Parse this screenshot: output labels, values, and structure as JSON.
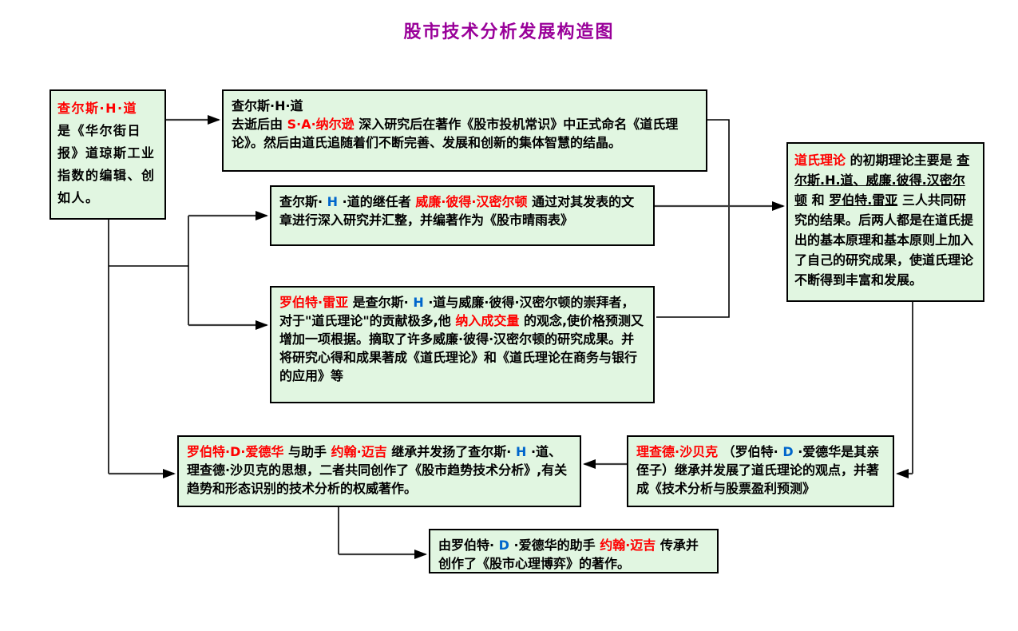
{
  "title": "股市技术分析发展构造图",
  "palette": {
    "box_fill": "#e1f6e1",
    "box_border": "#000000",
    "title_color": "#990099",
    "highlight_red": "#ff0000",
    "highlight_blue": "#0066cc",
    "body_text": "#000000",
    "connector": "#3a3a3a"
  },
  "boxes": {
    "dow": {
      "segments": [
        {
          "text": "查尔斯·H·道"
        },
        {
          "text": "是《华尔街日报》道琼斯工业指数的编辑、创如人。"
        }
      ]
    },
    "nelson": {
      "segments": [
        {
          "text": "查尔斯·H·道"
        },
        {
          "text": "去逝后由"
        },
        {
          "text": "S·A·纳尔逊"
        },
        {
          "text": "深入研究后在著作《股市投机常识》中正式命名《道氏理论》。然后由道氏追随着们不断完善、发展和创新的集体智慧的结晶。"
        }
      ]
    },
    "hamilton": {
      "segments": [
        {
          "text": "查尔斯·"
        },
        {
          "text": "H"
        },
        {
          "text": "·道的继任者"
        },
        {
          "text": "威廉·彼得·汉密尔顿"
        },
        {
          "text": "通过对其发表的文章进行深入研究并汇整，并编著作为《股市晴雨表》"
        }
      ]
    },
    "rhea": {
      "segments": [
        {
          "text": "罗伯特·雷亚"
        },
        {
          "text": "是查尔斯·"
        },
        {
          "text": "H"
        },
        {
          "text": "·道与威廉·彼得·汉密尔顿的崇拜者，对于\"道氏理论\"的贡献极多,他"
        },
        {
          "text": "纳入成交量"
        },
        {
          "text": "的观念,使价格预测又增加一项根据。摘取了许多威廉·彼得·汉密尔顿的研究成果。并将研究心得和成果著成《道氏理论》和《道氏理论在商务与银行的应用》等"
        }
      ]
    },
    "dow_theory": {
      "segments": [
        {
          "text": "道氏理论"
        },
        {
          "text": "的初期理论主要是"
        },
        {
          "text": "查尔斯.H.道、威廉.彼得.汉密尔顿"
        },
        {
          "text": "和"
        },
        {
          "text": "罗伯特.雷亚"
        },
        {
          "text": "三人共同研究的结果。后两人都是在道氏提出的基本原理和基本原则上加入了自己的研究成果，使道氏理论不断得到丰富和发展。"
        }
      ]
    },
    "edwards": {
      "segments": [
        {
          "text": "罗伯特·D·爱德华"
        },
        {
          "text": "与助手"
        },
        {
          "text": "约翰·迈吉"
        },
        {
          "text": "继承并发扬了查尔斯·"
        },
        {
          "text": "H"
        },
        {
          "text": "·道、理查德·沙贝克的思想，二者共同创作了《股市趋势技术分析》,有关趋势和形态识别的技术分析的权威著作。"
        }
      ]
    },
    "schabacker": {
      "segments": [
        {
          "text": "理查德·沙贝克"
        },
        {
          "text": "（罗伯特·"
        },
        {
          "text": "D"
        },
        {
          "text": "·爱德华是其亲侄子）继承并发展了道氏理论的观点，并著成《技术分析与股票盈利预测》"
        }
      ]
    },
    "magee": {
      "segments": [
        {
          "text": "由罗伯特·"
        },
        {
          "text": "D"
        },
        {
          "text": "·爱德华的助手"
        },
        {
          "text": "约翰·迈吉"
        },
        {
          "text": "传承并创作了《股市心理博弈》的著作。"
        }
      ]
    }
  }
}
